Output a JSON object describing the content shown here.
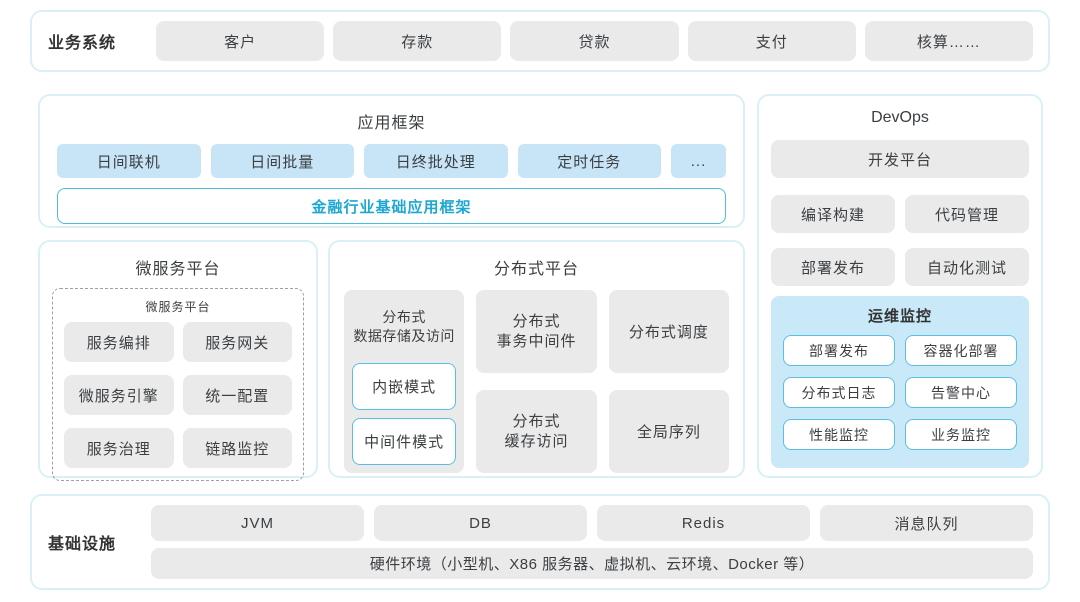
{
  "colors": {
    "panel_border": "#d9f0f7",
    "gray_box": "#eaeaea",
    "blue_box": "#c7e5f6",
    "ops_panel_bg": "#c9e9f8",
    "outline_border": "#5ac0df",
    "accent_cyan_text": "#1ea7d3",
    "text": "#3b3f42"
  },
  "business": {
    "label": "业务系统",
    "items": [
      "客户",
      "存款",
      "贷款",
      "支付",
      "核算……"
    ]
  },
  "app_framework": {
    "title": "应用框架",
    "modules": [
      "日间联机",
      "日间批量",
      "日终批处理",
      "定时任务",
      "..."
    ],
    "base": "金融行业基础应用框架"
  },
  "microservice": {
    "title": "微服务平台",
    "inner_title": "微服务平台",
    "items": [
      "服务编排",
      "服务网关",
      "微服务引擎",
      "统一配置",
      "服务治理",
      "链路监控"
    ]
  },
  "distributed": {
    "title": "分布式平台",
    "storage": {
      "label": "分布式\n数据存储及访问",
      "modes": [
        "内嵌模式",
        "中间件模式"
      ]
    },
    "transaction": "分布式\n事务中间件",
    "scheduler": "分布式调度",
    "cache": "分布式\n缓存访问",
    "sequence": "全局序列"
  },
  "devops": {
    "title": "DevOps",
    "dev_platform": "开发平台",
    "tools": [
      "编译构建",
      "代码管理",
      "部署发布",
      "自动化测试"
    ],
    "ops_monitor": {
      "title": "运维监控",
      "items": [
        "部署发布",
        "容器化部署",
        "分布式日志",
        "告警中心",
        "性能监控",
        "业务监控"
      ]
    }
  },
  "infrastructure": {
    "label": "基础设施",
    "items": [
      "JVM",
      "DB",
      "Redis",
      "消息队列"
    ],
    "hardware": "硬件环境（小型机、X86 服务器、虚拟机、云环境、Docker 等）"
  }
}
